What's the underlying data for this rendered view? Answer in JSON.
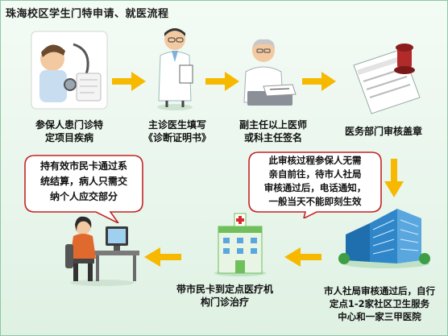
{
  "title": "珠海校区学生门特申请、就医流程",
  "steps": [
    {
      "lines": [
        "参保人患门诊特",
        "定项目疾病"
      ]
    },
    {
      "lines": [
        "主诊医生填写",
        "《诊断证明书》"
      ]
    },
    {
      "lines": [
        "副主任以上医师",
        "或科主任签名"
      ]
    },
    {
      "lines": [
        "医务部门审核盖章"
      ]
    },
    {
      "lines": [
        "市人社局审核通过后，自行",
        "定点1-2家社区卫生服务",
        "中心和一家三甲医院"
      ]
    },
    {
      "lines": [
        "带市民卡到定点医疗机",
        "构门诊治疗"
      ]
    }
  ],
  "notes": [
    {
      "lines": [
        "持有效市民卡通过系",
        "统结算，病人只需交",
        "纳个人应交部分"
      ]
    },
    {
      "lines": [
        "此审核过程参保人无需",
        "亲自前往，待市人社局",
        "审核通过后，电话通知，",
        "一般当天不能即刻生效"
      ]
    }
  ],
  "colors": {
    "arrow": "#f7b800",
    "bubble_border": "#c42424",
    "frame_border": "#8fc7a4",
    "building": "#2f86c8",
    "hospital": "#6fbf5b"
  },
  "icons": {
    "step1": "patient-with-stethoscope-icon",
    "step2": "doctor-writing-icon",
    "step3": "senior-doctor-signing-icon",
    "step4": "stamped-document-icon",
    "step5": "social-security-building-icon",
    "step6": "hospital-building-icon",
    "step7": "patient-at-computer-icon"
  }
}
